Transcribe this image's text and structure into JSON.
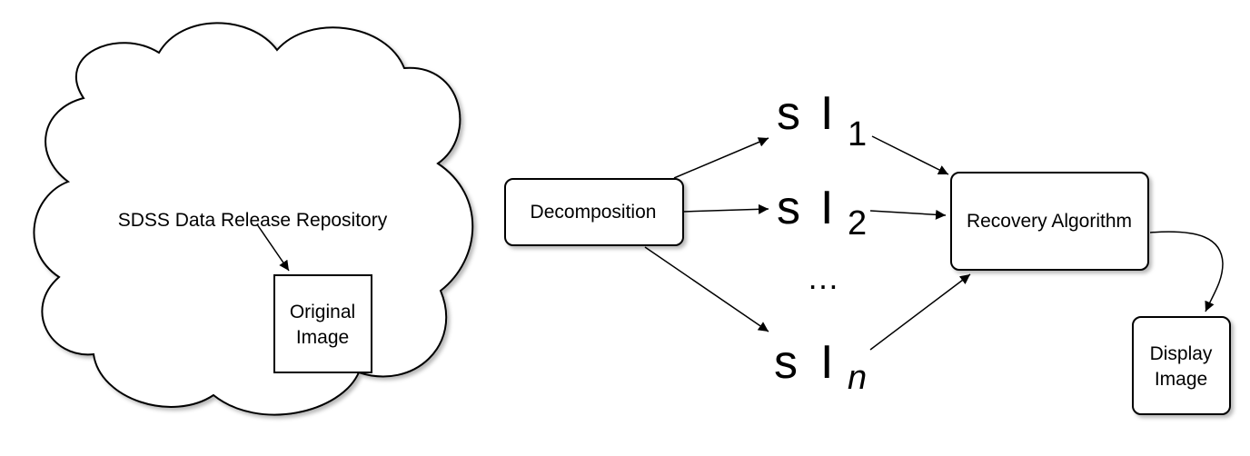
{
  "cloud": {
    "label": "SDSS Data Release Repository"
  },
  "nodes": {
    "original_image": [
      "Original",
      "Image"
    ],
    "decomposition": "Decomposition",
    "recovery": "Recovery Algorithm",
    "display_image": [
      "Display",
      "Image"
    ]
  },
  "measurements": [
    {
      "prefix": "s",
      "symbol": "I",
      "subscript": "1"
    },
    {
      "prefix": "s",
      "symbol": "I",
      "subscript": "2"
    },
    {
      "prefix": "s",
      "symbol": "I",
      "subscript": "n"
    }
  ],
  "ellipsis": "…"
}
